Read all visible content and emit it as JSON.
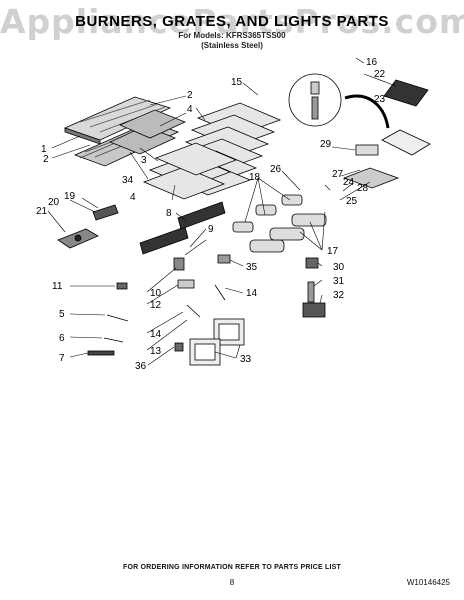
{
  "watermark": "AppliancePartsPros.com",
  "header": {
    "title": "BURNERS, GRATES, AND LIGHTS PARTS",
    "model": "For Models: KFRS365TSS00",
    "finish": "(Stainless Steel)"
  },
  "callouts": [
    "1",
    "2",
    "2",
    "3",
    "4",
    "4",
    "5",
    "6",
    "7",
    "8",
    "9",
    "10",
    "11",
    "12",
    "13",
    "14",
    "14",
    "15",
    "16",
    "17",
    "18",
    "19",
    "20",
    "21",
    "22",
    "23",
    "24",
    "25",
    "26",
    "27",
    "28",
    "29",
    "30",
    "31",
    "32",
    "33",
    "34",
    "35",
    "36"
  ],
  "footer": {
    "note": "FOR ORDERING INFORMATION REFER TO PARTS PRICE LIST",
    "page": "8",
    "doc_number": "W10146425"
  }
}
